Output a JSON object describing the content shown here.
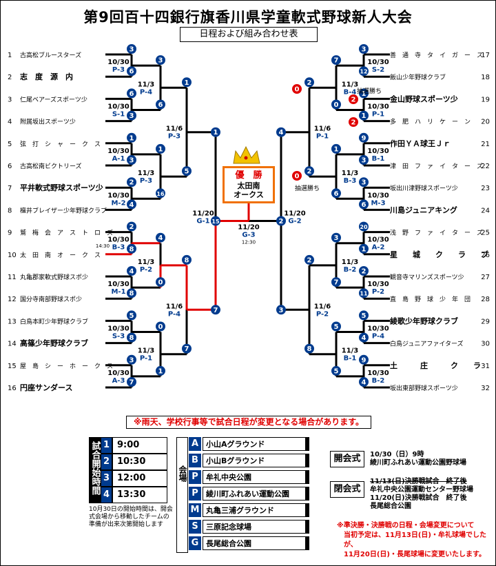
{
  "title": "第9回百十四銀行旗香川県学童軟式野球新人大会",
  "subtitle": "日程および組み合わせ表",
  "left_teams": [
    {
      "no": "1",
      "name": "古高松ブルースターズ",
      "bold": false
    },
    {
      "no": "2",
      "name": "志　度　源　内",
      "bold": true
    },
    {
      "no": "3",
      "name": "仁尾ベアーズスポーツ少",
      "bold": false
    },
    {
      "no": "4",
      "name": "附属坂出スポーツ少",
      "bold": false
    },
    {
      "no": "5",
      "name": "弦　打　シ　ャ　ー　ク　ス",
      "bold": false
    },
    {
      "no": "6",
      "name": "古高松南ビクトリーズ",
      "bold": false
    },
    {
      "no": "7",
      "name": "平井軟式野球スポーツ少",
      "bold": true
    },
    {
      "no": "8",
      "name": "檀井ブレイザー少年野球クラブ",
      "bold": false
    },
    {
      "no": "9",
      "name": "鷲　梅　会　ア　ス　ト　ロ　ズ",
      "bold": false
    },
    {
      "no": "10",
      "name": "太　田　南　オ　ー　ク　ス",
      "bold": false
    },
    {
      "no": "11",
      "name": "丸亀郡家軟式野球スポ少",
      "bold": false
    },
    {
      "no": "12",
      "name": "国分寺南部野球スポ少",
      "bold": false
    },
    {
      "no": "13",
      "name": "白鳥本町少年野球クラブ",
      "bold": false
    },
    {
      "no": "14",
      "name": "高篠少年野球クラブ",
      "bold": true
    },
    {
      "no": "15",
      "name": "屋　島　シ　ー　ホ　ー　ク　ス",
      "bold": false
    },
    {
      "no": "16",
      "name": "円座サンダース",
      "bold": true
    }
  ],
  "right_teams": [
    {
      "no": "17",
      "name": "善　通　寺　タ　イ　ガ　ー　ス",
      "bold": false
    },
    {
      "no": "18",
      "name": "飯山少年野球クラブ",
      "bold": false
    },
    {
      "no": "19",
      "name": "金山野球スポーツ少",
      "bold": true
    },
    {
      "no": "20",
      "name": "多　肥　ハ　リ　ケ　ー　ン",
      "bold": false
    },
    {
      "no": "21",
      "name": "作田ＹＡ球王Ｊｒ",
      "bold": true
    },
    {
      "no": "22",
      "name": "津　田　フ　ァ　イ　タ　ー　ズ",
      "bold": false
    },
    {
      "no": "23",
      "name": "坂出川津野球スポーツ少",
      "bold": false
    },
    {
      "no": "24",
      "name": "川島ジュニアキング",
      "bold": true
    },
    {
      "no": "25",
      "name": "浅　野　フ　ァ　イ　タ　ー　ズ",
      "bold": false
    },
    {
      "no": "26",
      "name": "星　　城　　ク　　ラ　　ブ",
      "bold": true
    },
    {
      "no": "27",
      "name": "観音寺マリンズスポーツ少",
      "bold": false
    },
    {
      "no": "28",
      "name": "直　島　野　球　少　年　団",
      "bold": false
    },
    {
      "no": "29",
      "name": "綾歌少年野球クラブ",
      "bold": true
    },
    {
      "no": "30",
      "name": "白鳥ジュニアファイターズ",
      "bold": false
    },
    {
      "no": "31",
      "name": "土　　　庄　　　ク　　ラ　　ブ",
      "bold": true
    },
    {
      "no": "32",
      "name": "坂出東部野球スポーツ少",
      "bold": false
    }
  ],
  "scores": {
    "r1_left": [
      [
        "3",
        "6"
      ],
      [
        "6",
        "3"
      ],
      [
        "1",
        "3"
      ],
      [
        "2",
        "4"
      ],
      [
        "2",
        "8"
      ],
      [
        "4",
        "8"
      ],
      [
        "5",
        "8"
      ],
      [
        "3",
        "7"
      ]
    ],
    "r2_left": [
      [
        "3",
        "6"
      ],
      [
        "1",
        "16"
      ],
      [
        "4",
        "0"
      ],
      [
        "0",
        "1"
      ]
    ],
    "r3_left": [
      [
        "1",
        "5"
      ],
      [
        "8",
        "7"
      ]
    ],
    "r4_left": [
      [
        "1",
        "7"
      ]
    ],
    "semi_left": "15",
    "r1_right": [
      [
        "3",
        "12"
      ],
      [
        "1",
        "1"
      ],
      [
        "9",
        "3"
      ],
      [
        "3",
        "6"
      ],
      [
        "20",
        "1"
      ],
      [
        "2",
        "11"
      ],
      [
        "5",
        "4"
      ],
      [
        "9",
        "4"
      ]
    ],
    "r2_right": [
      [
        "7",
        "0"
      ],
      [
        "1",
        "6"
      ],
      [
        "3",
        "7"
      ],
      [
        "5",
        "5"
      ]
    ],
    "r3_right": [
      [
        "2",
        "2"
      ],
      [
        "2",
        "8"
      ]
    ],
    "r4_right": [
      [
        "4",
        "3"
      ]
    ],
    "semi_right": "2",
    "red_left_labels": [
      "0",
      "2",
      "2",
      "0"
    ],
    "lottery1": "抽選勝ち",
    "lottery2": "抽選勝ち"
  },
  "games_left": {
    "r1": [
      [
        "10/30",
        "P-3"
      ],
      [
        "10/30",
        "S-1"
      ],
      [
        "10/30",
        "A-1"
      ],
      [
        "10/30",
        "M-2"
      ],
      [
        "10/30",
        "B-3"
      ],
      [
        "10/30",
        "M-1"
      ],
      [
        "10/30",
        "S-3"
      ],
      [
        "10/30",
        "A-3"
      ]
    ],
    "r2": [
      [
        "11/3",
        "P-4"
      ],
      [
        "11/3",
        "P-3"
      ],
      [
        "11/3",
        "P-2"
      ],
      [
        "11/3",
        "P-1"
      ]
    ],
    "r3": [
      [
        "11/6",
        "P-3"
      ],
      [
        "11/6",
        "P-4"
      ]
    ],
    "semi": [
      "11/20",
      "G-1"
    ],
    "b3_time": "14:30"
  },
  "games_right": {
    "r1": [
      [
        "10/30",
        "S-2"
      ],
      [
        "10/30",
        "P-1"
      ],
      [
        "10/30",
        "B-1"
      ],
      [
        "10/30",
        "M-3"
      ],
      [
        "10/30",
        "A-2"
      ],
      [
        "10/30",
        "P-2"
      ],
      [
        "10/30",
        "P-4"
      ],
      [
        "10/30",
        "B-2"
      ]
    ],
    "r2": [
      [
        "11/3",
        "B-4"
      ],
      [
        "11/3",
        "B-3"
      ],
      [
        "11/3",
        "B-2"
      ],
      [
        "11/3",
        "B-1"
      ]
    ],
    "r3": [
      [
        "11/6",
        "P-1"
      ],
      [
        "11/6",
        "P-2"
      ]
    ],
    "semi": [
      "11/20",
      "G-2"
    ]
  },
  "final": {
    "date": "11/20",
    "game": "G-3",
    "time": "12:30"
  },
  "champion": {
    "label": "優　勝",
    "team": "太田南\nオークス",
    "team1": "太田南",
    "team2": "オークス"
  },
  "notice": "※雨天、学校行事等で試合日程が変更となる場合があります。",
  "times_header": "試合開始時間",
  "times": [
    {
      "no": "1",
      "time": "9:00"
    },
    {
      "no": "2",
      "time": "10:30"
    },
    {
      "no": "3",
      "time": "12:00"
    },
    {
      "no": "4",
      "time": "13:30"
    }
  ],
  "venue_header": "会場",
  "venues": [
    {
      "code": "A",
      "name": "小山Aグラウンド"
    },
    {
      "code": "B",
      "name": "小山Bグラウンド"
    },
    {
      "code": "P",
      "name": "牟礼中央公園"
    },
    {
      "code": "P",
      "name": "綾川町ふれあい運動公園"
    },
    {
      "code": "M",
      "name": "丸亀三浦グラウンド"
    },
    {
      "code": "S",
      "name": "三原記念球場"
    },
    {
      "code": "G",
      "name": "長尾総合公園"
    }
  ],
  "time_note": "10月30日の開始時間は、開会式会場から移動したチームの準備が出来次第開始します",
  "opening": {
    "label": "開会式",
    "line1": "10/30（日）9時",
    "line2": "綾川町ふれあい運動公園野球場"
  },
  "closing": {
    "label": "閉会式",
    "line1": "11/13(日)決勝戦試合　終了後",
    "line2": "牟礼中央公園運動センター野球場",
    "line3": "11/20(日)決勝戦試合　終了後",
    "line4": "長尾総合公園"
  },
  "change_note": {
    "line1": "※準決勝・決勝戦の日程・会場変更について",
    "line2": "当初予定は、11月13日(日)・牟礼球場でしたが、",
    "line3": "11月20日(日)・長尾球場に変更いたします。"
  },
  "colors": {
    "accent": "#003b8e",
    "winner_line": "#e00000",
    "champion_border": "#f07000",
    "text": "#000000"
  }
}
